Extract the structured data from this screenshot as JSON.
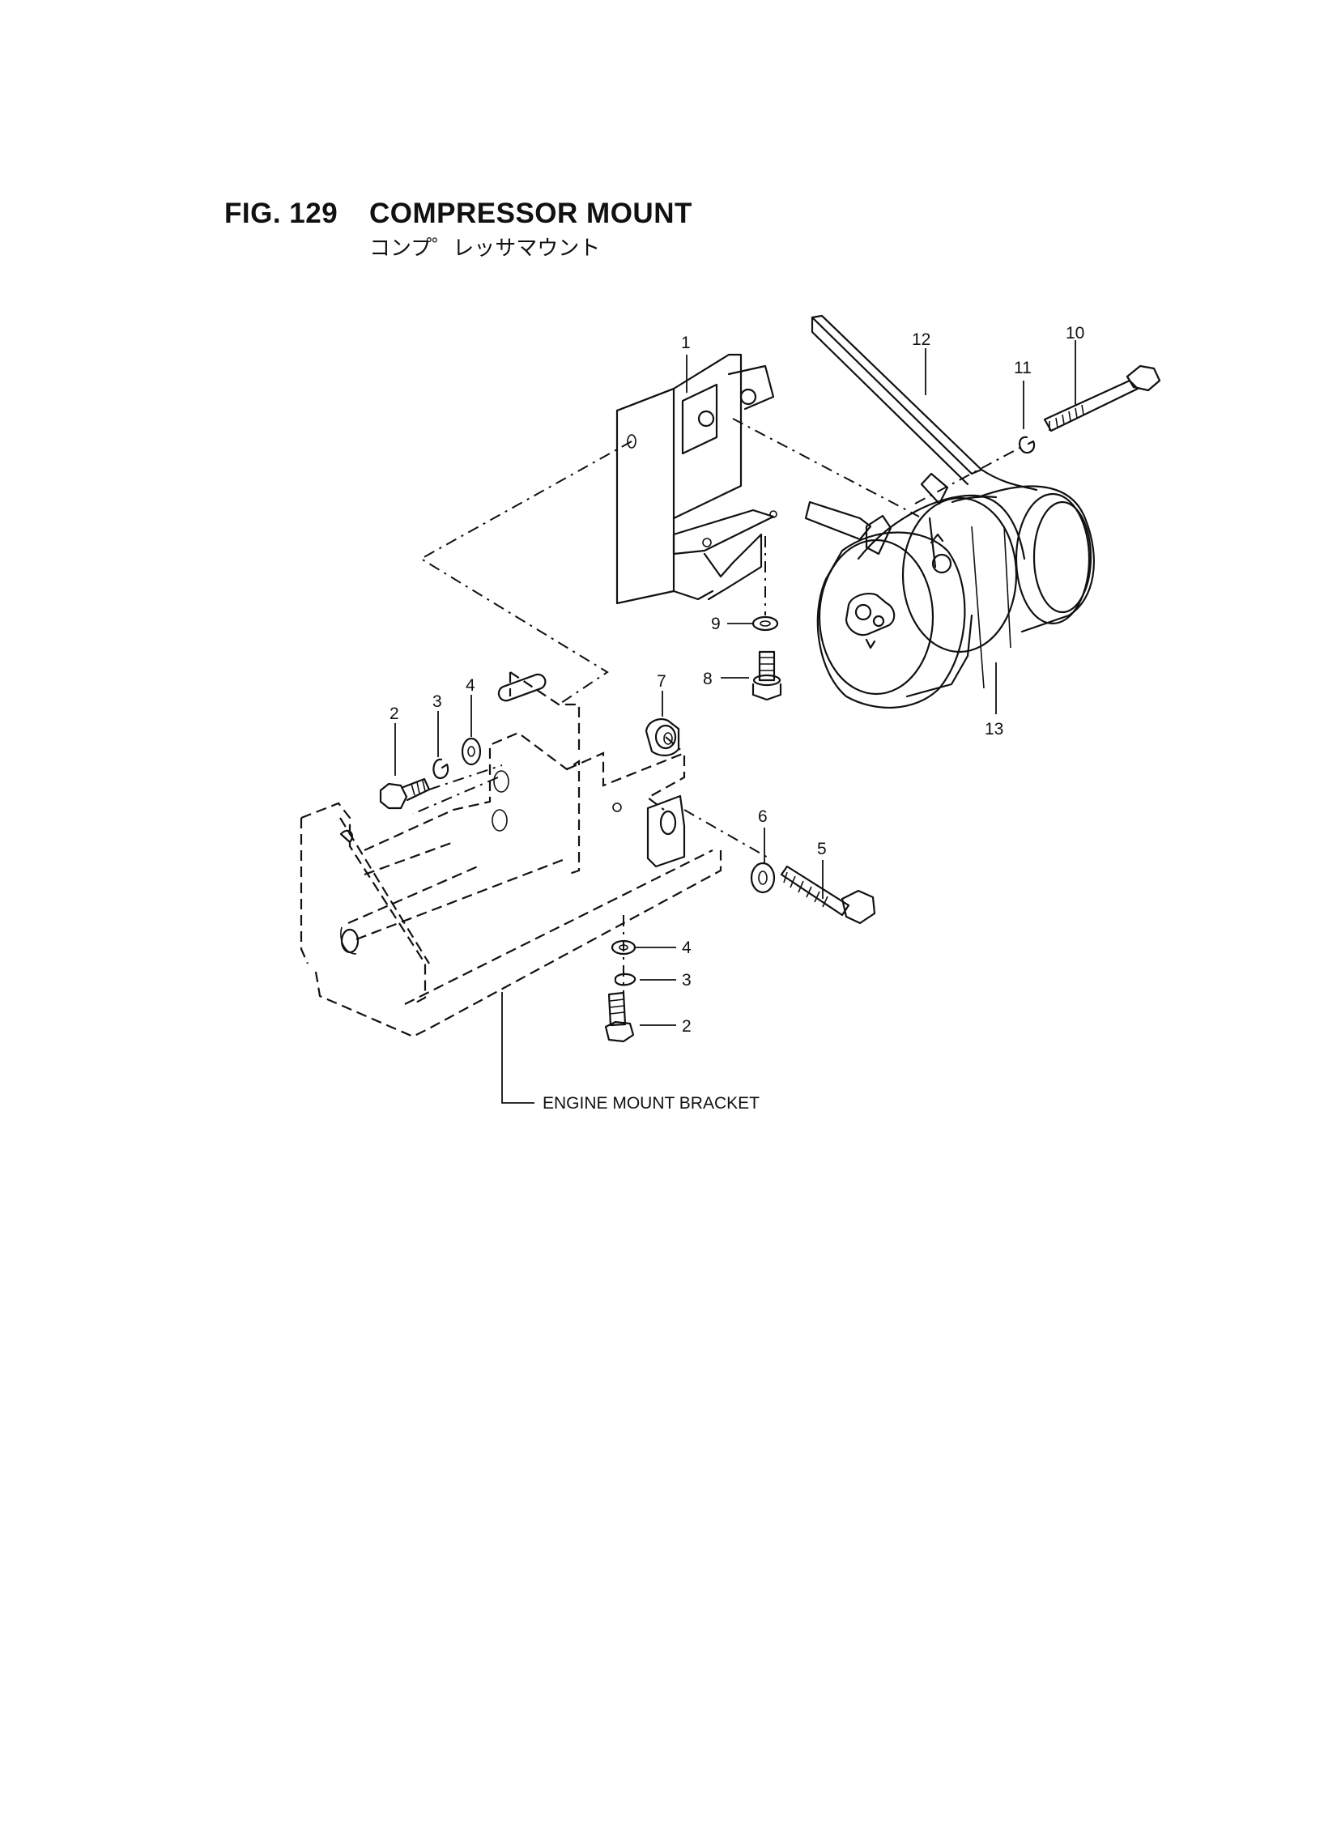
{
  "figure": {
    "number": "FIG. 129",
    "title": "COMPRESSOR MOUNT",
    "subtitle_jp": "コンプ゜レッサマウント"
  },
  "callouts": {
    "c1": "1",
    "c12": "12",
    "c11": "11",
    "c10": "10",
    "c9": "9",
    "c8": "8",
    "c13": "13",
    "c7": "7",
    "c2a": "2",
    "c3a": "3",
    "c4a": "4",
    "c6": "6",
    "c5": "5",
    "c4b": "4",
    "c3b": "3",
    "c2b": "2"
  },
  "labels": {
    "engine_mount_bracket": "ENGINE MOUNT BRACKET"
  }
}
